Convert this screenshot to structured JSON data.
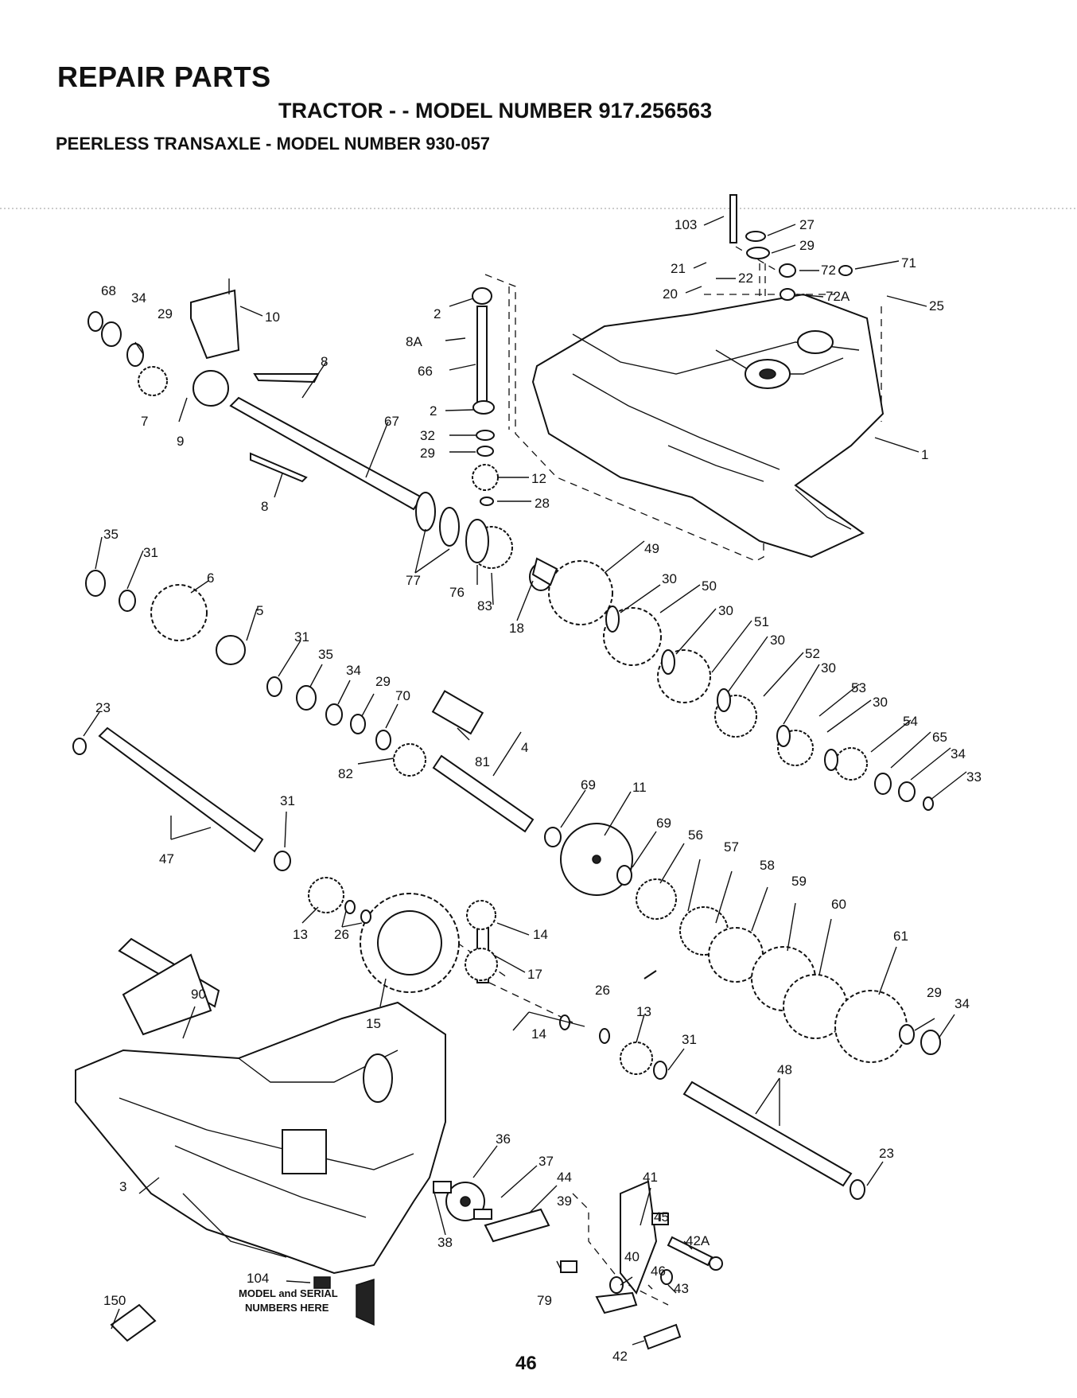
{
  "header": {
    "title": "REPAIR PARTS",
    "tractor": "TRACTOR - - MODEL NUMBER 917.256563",
    "transaxle": "PEERLESS TRANSAXLE - MODEL NUMBER 930-057"
  },
  "note": {
    "line1": "MODEL and SERIAL",
    "line2": "NUMBERS HERE"
  },
  "page_number": "46",
  "callouts": [
    {
      "id": "c103",
      "text": "103"
    },
    {
      "id": "c27",
      "text": "27"
    },
    {
      "id": "c29a",
      "text": "29"
    },
    {
      "id": "c21",
      "text": "21"
    },
    {
      "id": "c22",
      "text": "22"
    },
    {
      "id": "c72",
      "text": "72"
    },
    {
      "id": "c71",
      "text": "71"
    },
    {
      "id": "c20",
      "text": "20"
    },
    {
      "id": "c72a",
      "text": "72A"
    },
    {
      "id": "c25",
      "text": "25"
    },
    {
      "id": "c68",
      "text": "68"
    },
    {
      "id": "c34a",
      "text": "34"
    },
    {
      "id": "c29b",
      "text": "29"
    },
    {
      "id": "c10",
      "text": "10"
    },
    {
      "id": "c2a",
      "text": "2"
    },
    {
      "id": "c8a",
      "text": "8A"
    },
    {
      "id": "c66",
      "text": "66"
    },
    {
      "id": "c8b",
      "text": "8"
    },
    {
      "id": "c7",
      "text": "7"
    },
    {
      "id": "c9",
      "text": "9"
    },
    {
      "id": "c2b",
      "text": "2"
    },
    {
      "id": "c32",
      "text": "32"
    },
    {
      "id": "c29c",
      "text": "29"
    },
    {
      "id": "c67",
      "text": "67"
    },
    {
      "id": "c12",
      "text": "12"
    },
    {
      "id": "c28",
      "text": "28"
    },
    {
      "id": "c1",
      "text": "1"
    },
    {
      "id": "c8c",
      "text": "8"
    },
    {
      "id": "c35a",
      "text": "35"
    },
    {
      "id": "c31a",
      "text": "31"
    },
    {
      "id": "c6",
      "text": "6"
    },
    {
      "id": "c49",
      "text": "49"
    },
    {
      "id": "c77",
      "text": "77"
    },
    {
      "id": "c76",
      "text": "76"
    },
    {
      "id": "c83",
      "text": "83"
    },
    {
      "id": "c18",
      "text": "18"
    },
    {
      "id": "c30a",
      "text": "30"
    },
    {
      "id": "c50",
      "text": "50"
    },
    {
      "id": "c30b",
      "text": "30"
    },
    {
      "id": "c5",
      "text": "5"
    },
    {
      "id": "c51",
      "text": "51"
    },
    {
      "id": "c31b",
      "text": "31"
    },
    {
      "id": "c30c",
      "text": "30"
    },
    {
      "id": "c35b",
      "text": "35"
    },
    {
      "id": "c52",
      "text": "52"
    },
    {
      "id": "c34b",
      "text": "34"
    },
    {
      "id": "c30d",
      "text": "30"
    },
    {
      "id": "c29d",
      "text": "29"
    },
    {
      "id": "c70",
      "text": "70"
    },
    {
      "id": "c53",
      "text": "53"
    },
    {
      "id": "c30e",
      "text": "30"
    },
    {
      "id": "c23a",
      "text": "23"
    },
    {
      "id": "c54",
      "text": "54"
    },
    {
      "id": "c65",
      "text": "65"
    },
    {
      "id": "c4",
      "text": "4"
    },
    {
      "id": "c34c",
      "text": "34"
    },
    {
      "id": "c81",
      "text": "81"
    },
    {
      "id": "c33",
      "text": "33"
    },
    {
      "id": "c82",
      "text": "82"
    },
    {
      "id": "c69a",
      "text": "69"
    },
    {
      "id": "c11",
      "text": "11"
    },
    {
      "id": "c31c",
      "text": "31"
    },
    {
      "id": "c69b",
      "text": "69"
    },
    {
      "id": "c56",
      "text": "56"
    },
    {
      "id": "c57",
      "text": "57"
    },
    {
      "id": "c47",
      "text": "47"
    },
    {
      "id": "c58",
      "text": "58"
    },
    {
      "id": "c59",
      "text": "59"
    },
    {
      "id": "c60",
      "text": "60"
    },
    {
      "id": "c14a",
      "text": "14"
    },
    {
      "id": "c13a",
      "text": "13"
    },
    {
      "id": "c26a",
      "text": "26"
    },
    {
      "id": "c61",
      "text": "61"
    },
    {
      "id": "c17",
      "text": "17"
    },
    {
      "id": "c90",
      "text": "90"
    },
    {
      "id": "c26b",
      "text": "26"
    },
    {
      "id": "c29e",
      "text": "29"
    },
    {
      "id": "c34d",
      "text": "34"
    },
    {
      "id": "c13b",
      "text": "13"
    },
    {
      "id": "c15",
      "text": "15"
    },
    {
      "id": "c14b",
      "text": "14"
    },
    {
      "id": "c31d",
      "text": "31"
    },
    {
      "id": "c48",
      "text": "48"
    },
    {
      "id": "c36",
      "text": "36"
    },
    {
      "id": "c23b",
      "text": "23"
    },
    {
      "id": "c37",
      "text": "37"
    },
    {
      "id": "c44",
      "text": "44"
    },
    {
      "id": "c41",
      "text": "41"
    },
    {
      "id": "c3",
      "text": "3"
    },
    {
      "id": "c39",
      "text": "39"
    },
    {
      "id": "c45",
      "text": "45"
    },
    {
      "id": "c38",
      "text": "38"
    },
    {
      "id": "c42a",
      "text": "42A"
    },
    {
      "id": "c104",
      "text": "104"
    },
    {
      "id": "c40",
      "text": "40"
    },
    {
      "id": "c46",
      "text": "46"
    },
    {
      "id": "c43",
      "text": "43"
    },
    {
      "id": "c150",
      "text": "150"
    },
    {
      "id": "c79",
      "text": "79"
    },
    {
      "id": "c42",
      "text": "42"
    }
  ]
}
